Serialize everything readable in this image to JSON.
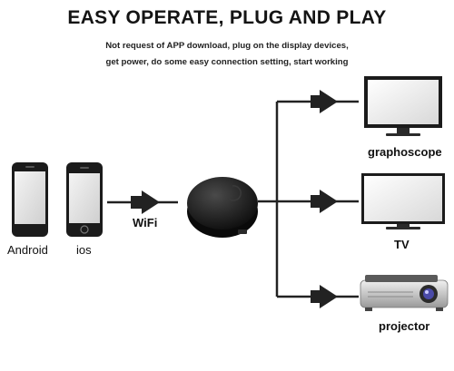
{
  "header": {
    "title": "EASY OPERATE, PLUG AND PLAY",
    "subtitle_line1": "Not request of APP download, plug on the display devices,",
    "subtitle_line2": "get power, do some easy connection setting, start working"
  },
  "sources": {
    "android_label": "Android",
    "ios_label": "ios"
  },
  "link": {
    "wifi_label": "WiFi"
  },
  "outputs": {
    "monitor_label": "graphoscope",
    "tv_label": "TV",
    "projector_label": "projector"
  },
  "colors": {
    "device_dark": "#1b1b1b",
    "line": "#222222",
    "projector_body": "#d9d9d9"
  }
}
